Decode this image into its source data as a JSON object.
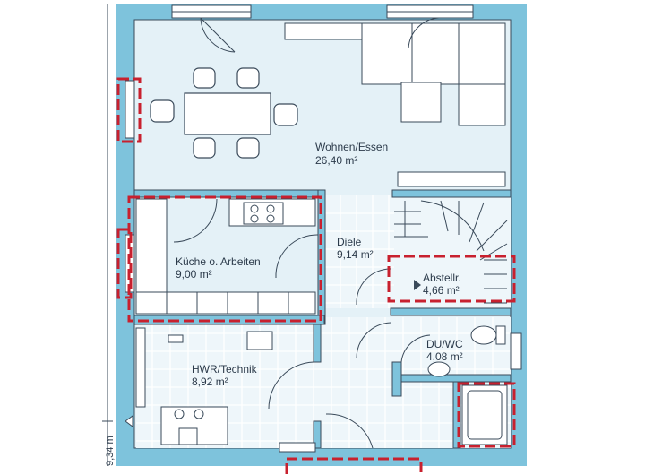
{
  "colors": {
    "wall": "#7ec3dc",
    "floor": "#e4f1f7",
    "tile_floor": "#eef6fa",
    "line": "#3a4a5a",
    "dash_red": "#c8202e",
    "furniture_fill": "#ffffff"
  },
  "rooms": {
    "wohnen": {
      "name": "Wohnen/Essen",
      "area": "26,40 m²"
    },
    "kueche": {
      "name": "Küche o. Arbeiten",
      "area": "9,00 m²"
    },
    "diele": {
      "name": "Diele",
      "area": "9,14 m²"
    },
    "abstell": {
      "name": "Abstellr.",
      "area": "4,66 m²"
    },
    "duwc": {
      "name": "DU/WC",
      "area": "4,08 m²"
    },
    "hwr": {
      "name": "HWR/Technik",
      "area": "8,92 m²"
    }
  },
  "dimension": {
    "left": "9,34 m"
  },
  "icons": {
    "stair_arrow": "stair-arrow-icon",
    "dim_arrow": "dimension-arrow-icon"
  }
}
